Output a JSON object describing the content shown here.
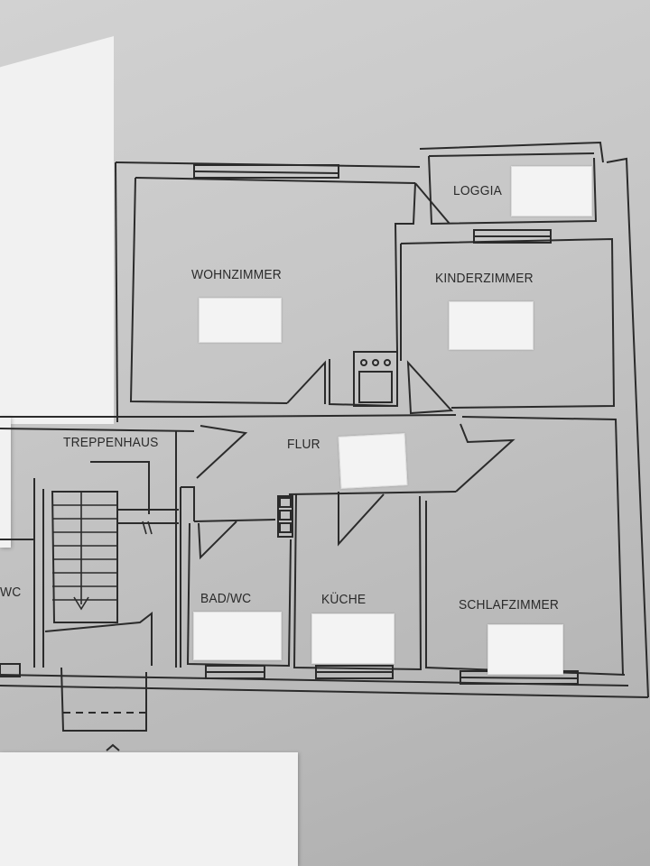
{
  "rooms": {
    "loggia": "LOGGIA",
    "wohnzimmer": "WOHNZIMMER",
    "kinderzimmer": "KINDERZIMMER",
    "treppenhaus": "TREPPENHAUS",
    "flur": "FLUR",
    "wc_left": "WC",
    "bad_wc": "BAD/WC",
    "kueche": "KÜCHE",
    "schlafzimmer": "SCHLAFZIMMER"
  },
  "colors": {
    "line": "#2b2b2b",
    "paper": "#cfcfcf",
    "sticker": "#f3f3f3"
  }
}
